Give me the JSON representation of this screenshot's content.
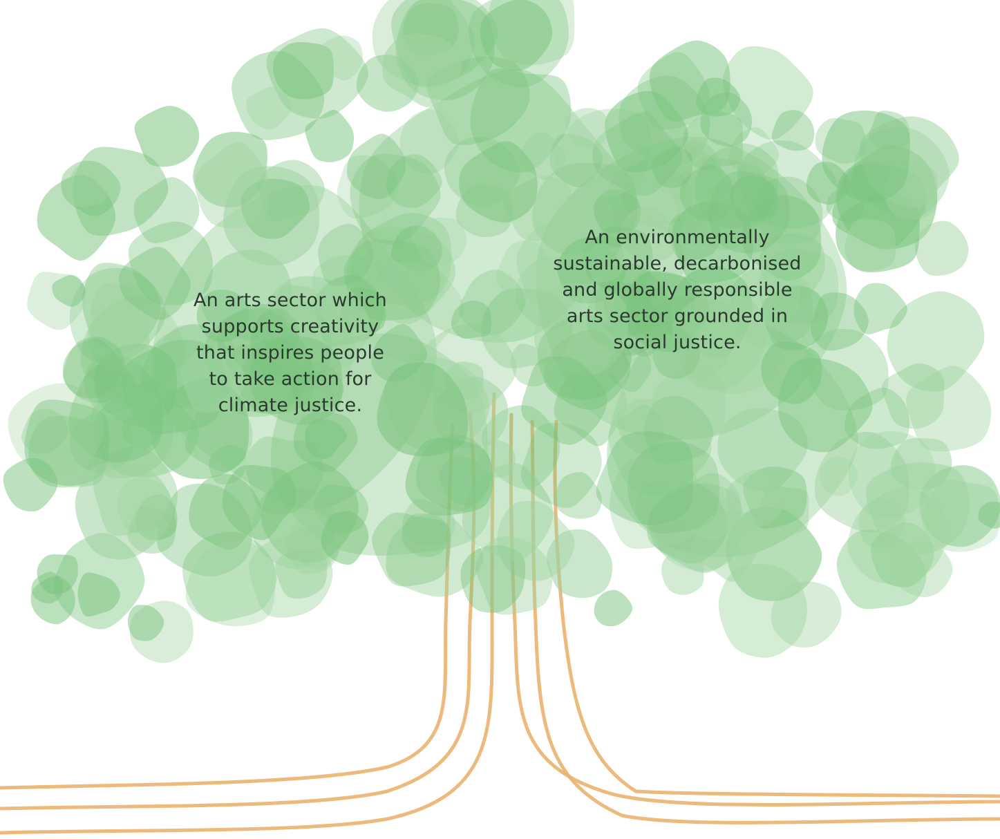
{
  "diagram": {
    "statements": [
      {
        "id": "creativity",
        "lines": [
          "An arts sector which",
          "supports creativity",
          "that inspires people",
          "to take action for",
          "climate justice."
        ]
      },
      {
        "id": "sustainability",
        "lines": [
          "An environmentally",
          "sustainable, decarbonised",
          "and globally responsible",
          "arts sector grounded in",
          "social justice."
        ]
      }
    ],
    "colors": {
      "leaf": "#7cc47f",
      "leaf_light": "#9fd3a0",
      "trunk": "#eab36f",
      "text": "#2b3a2e",
      "background": "#ffffff"
    },
    "icons": [
      "tree-canopy-illustration",
      "tree-root-lines"
    ]
  }
}
